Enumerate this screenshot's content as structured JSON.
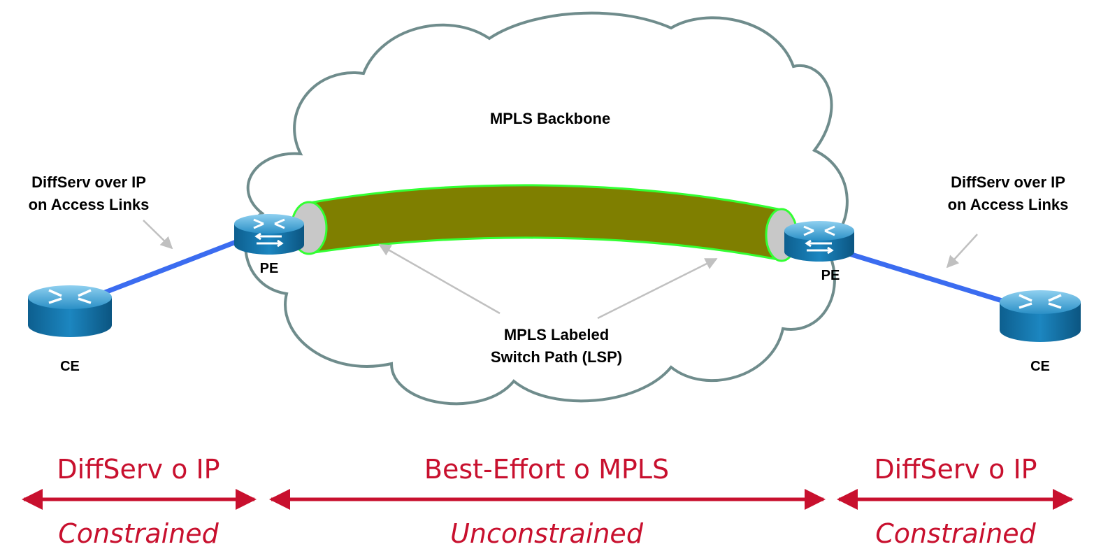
{
  "cloud": {
    "title": "MPLS Backbone"
  },
  "lsp": {
    "label_line1": "MPLS Labeled",
    "label_line2": "Switch Path (LSP)"
  },
  "left": {
    "annotation_line1": "DiffServ over IP",
    "annotation_line2": "on Access Links",
    "ce_label": "CE",
    "pe_label": "PE"
  },
  "right": {
    "annotation_line1": "DiffServ over IP",
    "annotation_line2": "on Access Links",
    "ce_label": "CE",
    "pe_label": "PE"
  },
  "segments": [
    {
      "title": "DiffServ o IP",
      "subtitle": "Constrained"
    },
    {
      "title": "Best-Effort o MPLS",
      "subtitle": "Unconstrained"
    },
    {
      "title": "DiffServ o IP",
      "subtitle": "Constrained"
    }
  ],
  "colors": {
    "cloud_stroke": "#6f8c8c",
    "access_link": "#3b6cf0",
    "tunnel_fill": "#7f7f00",
    "tunnel_edge": "#33ff33",
    "router_fill": "#1f8fc8",
    "segment_text": "#c8102e",
    "annotation_arrow": "#c0c0c0"
  },
  "icons": {
    "router": "router-icon",
    "switch_router": "router-switch-icon"
  }
}
